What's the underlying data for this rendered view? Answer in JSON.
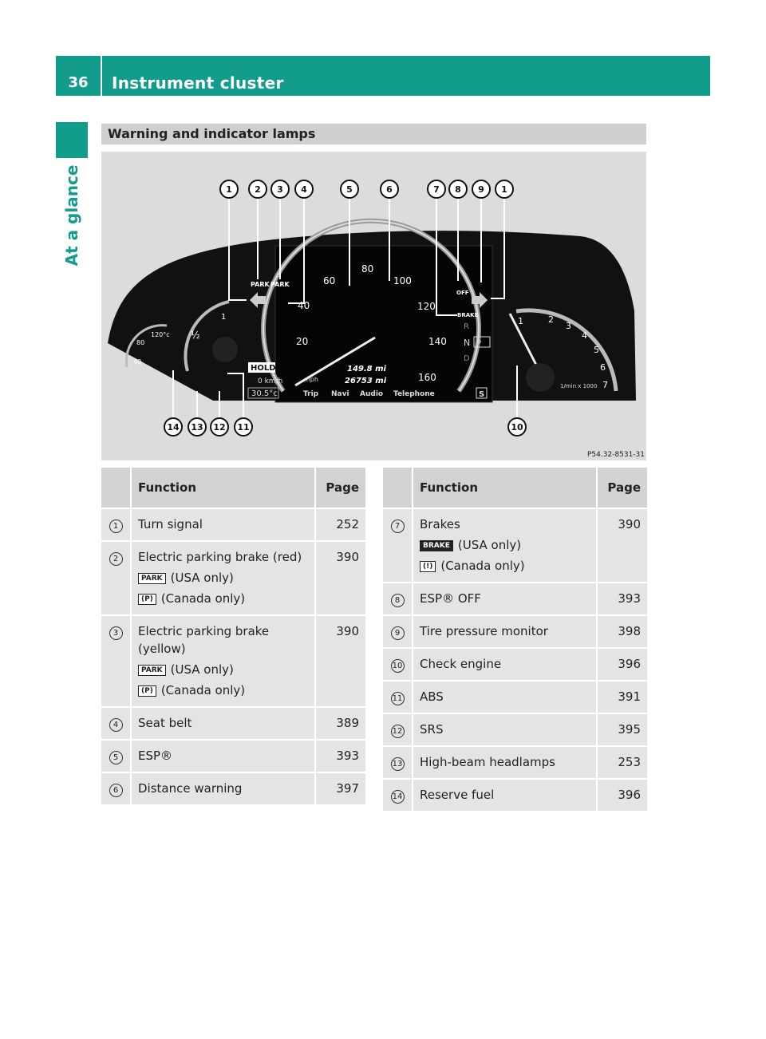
{
  "header": {
    "page_number": "36",
    "title": "Instrument cluster"
  },
  "sidebar": {
    "label": "At a glance"
  },
  "section": {
    "title": "Warning and indicator lamps"
  },
  "figure": {
    "reference": "P54.32-8531-31",
    "callouts_top": [
      "1",
      "2",
      "3",
      "4",
      "5",
      "6",
      "7",
      "8",
      "9",
      "1"
    ],
    "callouts_bottom": [
      "14",
      "13",
      "12",
      "11",
      "10"
    ],
    "speedometer": {
      "ticks": [
        "20",
        "40",
        "60",
        "80",
        "100",
        "120",
        "140",
        "160"
      ],
      "unit": "mph",
      "sub_unit": "0 km/h",
      "trip": "149.8 mi",
      "odometer": "26753 mi",
      "menu": [
        "Trip",
        "Navi",
        "Audio",
        "Telephone"
      ]
    },
    "tachometer": {
      "ticks": [
        "1",
        "2",
        "3",
        "4",
        "5",
        "6",
        "7"
      ],
      "unit": "1/min x 1000"
    },
    "fuel": {
      "marks": [
        "1",
        "½"
      ]
    },
    "coolant": {
      "marks": [
        "80",
        "120°c",
        "40"
      ]
    },
    "labels": {
      "park1": "PARK",
      "park2": "PARK",
      "brake": "BRAKE",
      "off": "OFF",
      "hold": "HOLD",
      "temp": "30.5°c",
      "gears": [
        "R",
        "N",
        "D"
      ],
      "gear_p": "P",
      "s": "S"
    }
  },
  "table_left": {
    "headers": [
      "",
      "Function",
      "Page"
    ],
    "rows": [
      {
        "num": "1",
        "function": "Turn signal",
        "page": "252"
      },
      {
        "num": "2",
        "function": "Electric parking brake (red)",
        "page": "390",
        "sub": [
          {
            "badge": "PARK",
            "text": "(USA only)"
          },
          {
            "badge": "(P)",
            "text": "(Canada only)"
          }
        ]
      },
      {
        "num": "3",
        "function": "Electric parking brake (yellow)",
        "page": "390",
        "sub": [
          {
            "badge": "PARK",
            "text": "(USA only)"
          },
          {
            "badge": "(P)",
            "text": "(Canada only)"
          }
        ]
      },
      {
        "num": "4",
        "function": "Seat belt",
        "page": "389"
      },
      {
        "num": "5",
        "function": "ESP®",
        "page": "393"
      },
      {
        "num": "6",
        "function": "Distance warning",
        "page": "397"
      }
    ]
  },
  "table_right": {
    "headers": [
      "",
      "Function",
      "Page"
    ],
    "rows": [
      {
        "num": "7",
        "function": "Brakes",
        "page": "390",
        "sub": [
          {
            "badge": "BRAKE",
            "text": "(USA only)"
          },
          {
            "badge": "(!)",
            "text": "(Canada only)"
          }
        ]
      },
      {
        "num": "8",
        "function": "ESP® OFF",
        "page": "393"
      },
      {
        "num": "9",
        "function": "Tire pressure monitor",
        "page": "398"
      },
      {
        "num": "10",
        "function": "Check engine",
        "page": "396"
      },
      {
        "num": "11",
        "function": "ABS",
        "page": "391"
      },
      {
        "num": "12",
        "function": "SRS",
        "page": "395"
      },
      {
        "num": "13",
        "function": "High-beam headlamps",
        "page": "253"
      },
      {
        "num": "14",
        "function": "Reserve fuel",
        "page": "396"
      }
    ]
  }
}
